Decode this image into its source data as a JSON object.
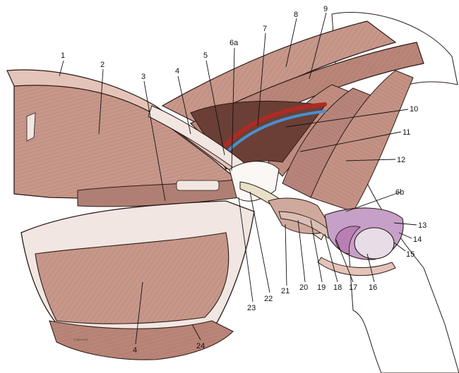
{
  "figure": {
    "signature": "H.NELSON"
  },
  "labels": {
    "l1": "1",
    "l2": "2",
    "l3": "3",
    "l4a": "4",
    "l4b": "4",
    "l5": "5",
    "l6a": "6a",
    "l6b": "6b",
    "l7": "7",
    "l8": "8",
    "l9": "9",
    "l10": "10",
    "l11": "11",
    "l12": "12",
    "l13": "13",
    "l14": "14",
    "l15": "15",
    "l16": "16",
    "l17": "17",
    "l18": "18",
    "l19": "19",
    "l20": "20",
    "l21": "21",
    "l22": "22",
    "l23": "23",
    "l24": "24"
  },
  "colors": {
    "muscle_dark": "#a8776a",
    "muscle_mid": "#c7978a",
    "muscle_light": "#e4c3b8",
    "fascia": "#f1e6e1",
    "tendon": "#e8e0c8",
    "vein": "#4a8fd0",
    "artery": "#b02a24",
    "outline": "#2a1a16"
  }
}
